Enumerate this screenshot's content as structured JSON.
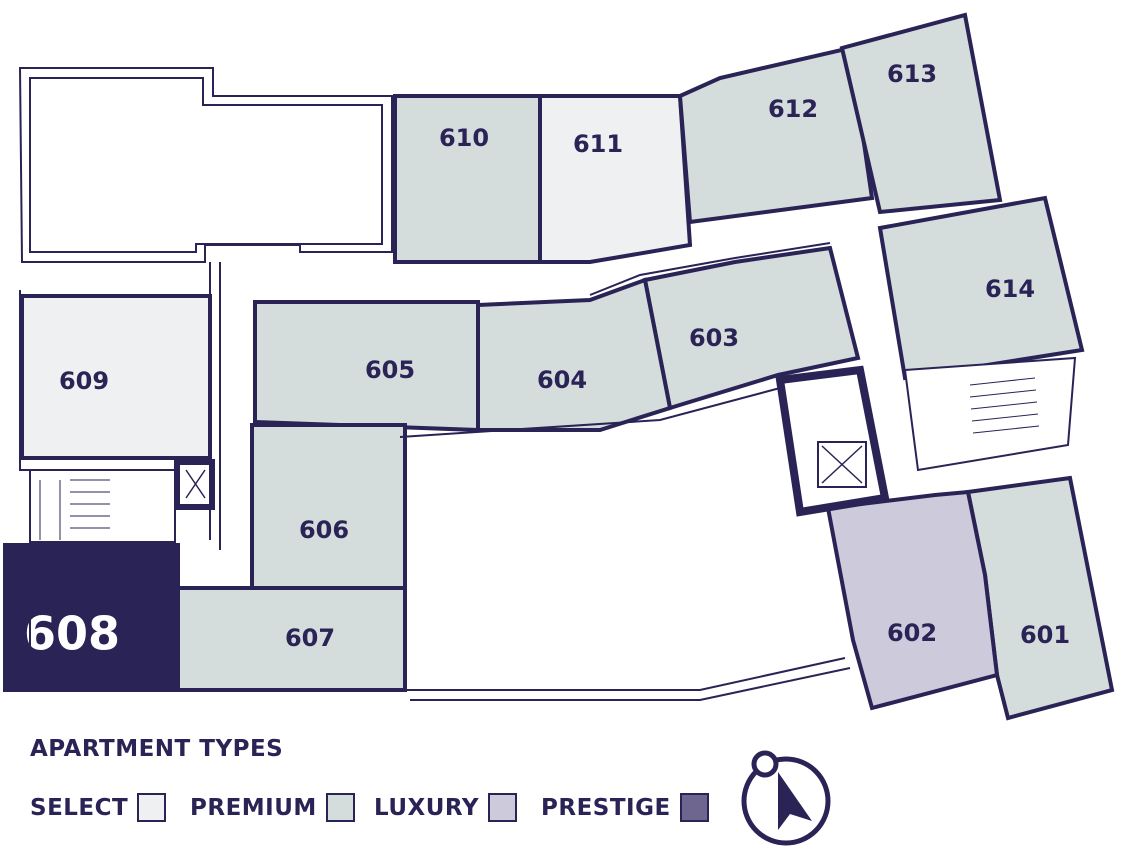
{
  "units": [
    {
      "id": "601",
      "label": "601",
      "type": "premium"
    },
    {
      "id": "602",
      "label": "602",
      "type": "luxury"
    },
    {
      "id": "603",
      "label": "603",
      "type": "premium"
    },
    {
      "id": "604",
      "label": "604",
      "type": "premium"
    },
    {
      "id": "605",
      "label": "605",
      "type": "premium"
    },
    {
      "id": "606",
      "label": "606",
      "type": "premium"
    },
    {
      "id": "607",
      "label": "607",
      "type": "premium"
    },
    {
      "id": "608",
      "label": "608",
      "type": "prestige",
      "selected": true
    },
    {
      "id": "609",
      "label": "609",
      "type": "select"
    },
    {
      "id": "610",
      "label": "610",
      "type": "premium"
    },
    {
      "id": "611",
      "label": "611",
      "type": "select"
    },
    {
      "id": "612",
      "label": "612",
      "type": "premium"
    },
    {
      "id": "613",
      "label": "613",
      "type": "premium"
    },
    {
      "id": "614",
      "label": "614",
      "type": "premium"
    }
  ],
  "legend": {
    "title": "APARTMENT TYPES",
    "items": [
      {
        "key": "select",
        "label": "SELECT",
        "color": "#eef0f1"
      },
      {
        "key": "premium",
        "label": "PREMIUM",
        "color": "#d5dcdc"
      },
      {
        "key": "luxury",
        "label": "LUXURY",
        "color": "#cdcadb"
      },
      {
        "key": "prestige",
        "label": "PRESTIGE",
        "color": "#6f6690"
      }
    ]
  },
  "colors": {
    "wall": "#2a2356",
    "selected_fill": "#2a2356",
    "selected_text": "#ffffff",
    "background": "#ffffff"
  },
  "icons": {
    "compass": "north-arrow-compass-icon",
    "stairs": "stairs-icon",
    "elevator": "elevator-icon"
  }
}
